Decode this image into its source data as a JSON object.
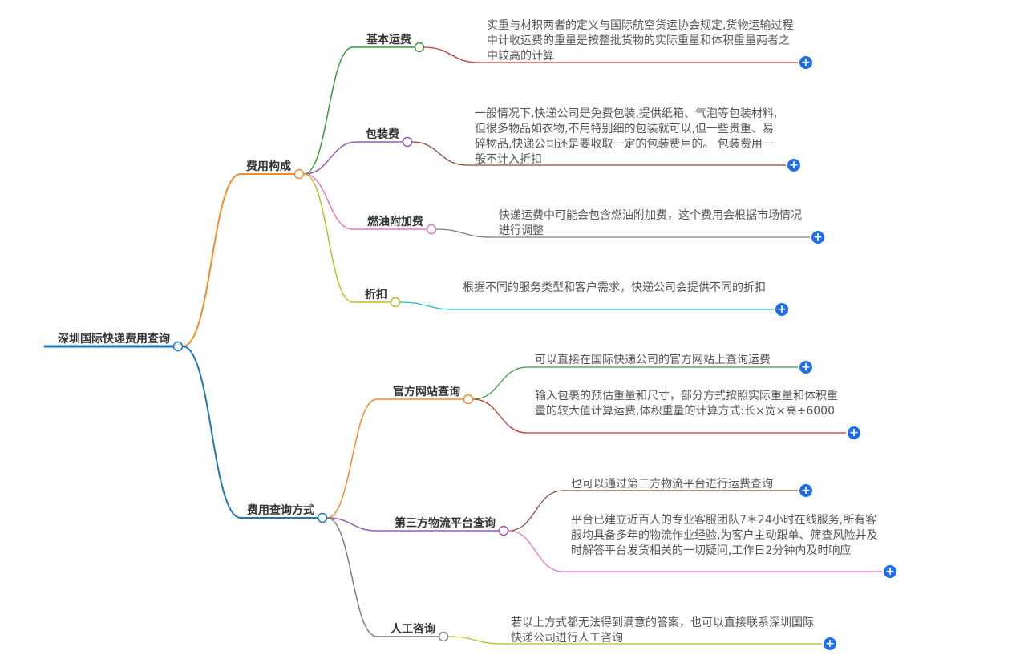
{
  "root": {
    "label": "深圳国际快递费用查询",
    "color": "#1a73c8"
  },
  "branches": [
    {
      "label": "费用构成",
      "color": "#f28c28",
      "children": [
        {
          "label": "基本运费",
          "color": "#3a9a3a",
          "leaf_color": "#cc3333",
          "text": "实重与材积两者的定义与国际航空货运协会规定,货物运输过程中计收运费的重量是按整批货物的实际重量和体积重量两者之中较高的计算"
        },
        {
          "label": "包装费",
          "color": "#9b59b6",
          "leaf_color": "#8b4a3a",
          "text": "一般情况下,快递公司是免费包装,提供纸箱、气泡等包装材料,但很多物品如衣物,不用特别细的包装就可以,但一些贵重、易碎物品,快递公司还是要收取一定的包装费用的。 包装费用一般不计入折扣"
        },
        {
          "label": "燃油附加费",
          "color": "#e377c2",
          "leaf_color": "#7f7f7f",
          "text": "快递运费中可能会包含燃油附加费，这个费用会根据市场情况进行调整"
        },
        {
          "label": "折扣",
          "color": "#bcbd22",
          "leaf_color": "#17becf",
          "text": "根据不同的服务类型和客户需求，快递公司会提供不同的折扣"
        }
      ]
    },
    {
      "label": "费用查询方式",
      "color": "#1f77b4",
      "children": [
        {
          "label": "官方网站查询",
          "color": "#f28c28",
          "leaves": [
            {
              "color": "#3a9a3a",
              "text": "可以直接在国际快递公司的官方网站上查询运费"
            },
            {
              "color": "#cc3333",
              "text": "输入包裹的预估重量和尺寸，部分方式按照实际重量和体积重量的较大值计算运费,体积重量的计算方式:长×宽×高÷6000"
            }
          ]
        },
        {
          "label": "第三方物流平台查询",
          "color": "#9b59b6",
          "leaves": [
            {
              "color": "#8b4a3a",
              "text": "也可以通过第三方物流平台进行运费查询"
            },
            {
              "color": "#e377c2",
              "text": "平台已建立近百人的专业客服团队7＊24小时在线服务,所有客服均具备多年的物流作业经验,为客户主动跟单、筛查风险并及时解答平台发货相关的一切疑问,工作日2分钟内及时响应"
            }
          ]
        },
        {
          "label": "人工咨询",
          "color": "#7f7f7f",
          "leaves": [
            {
              "color": "#bcbd22",
              "text": "若以上方式都无法得到满意的答案，也可以直接联系深圳国际快递公司进行人工咨询"
            }
          ]
        }
      ]
    }
  ],
  "expand_icon": "plus-circle-icon",
  "expand_symbol": "+"
}
